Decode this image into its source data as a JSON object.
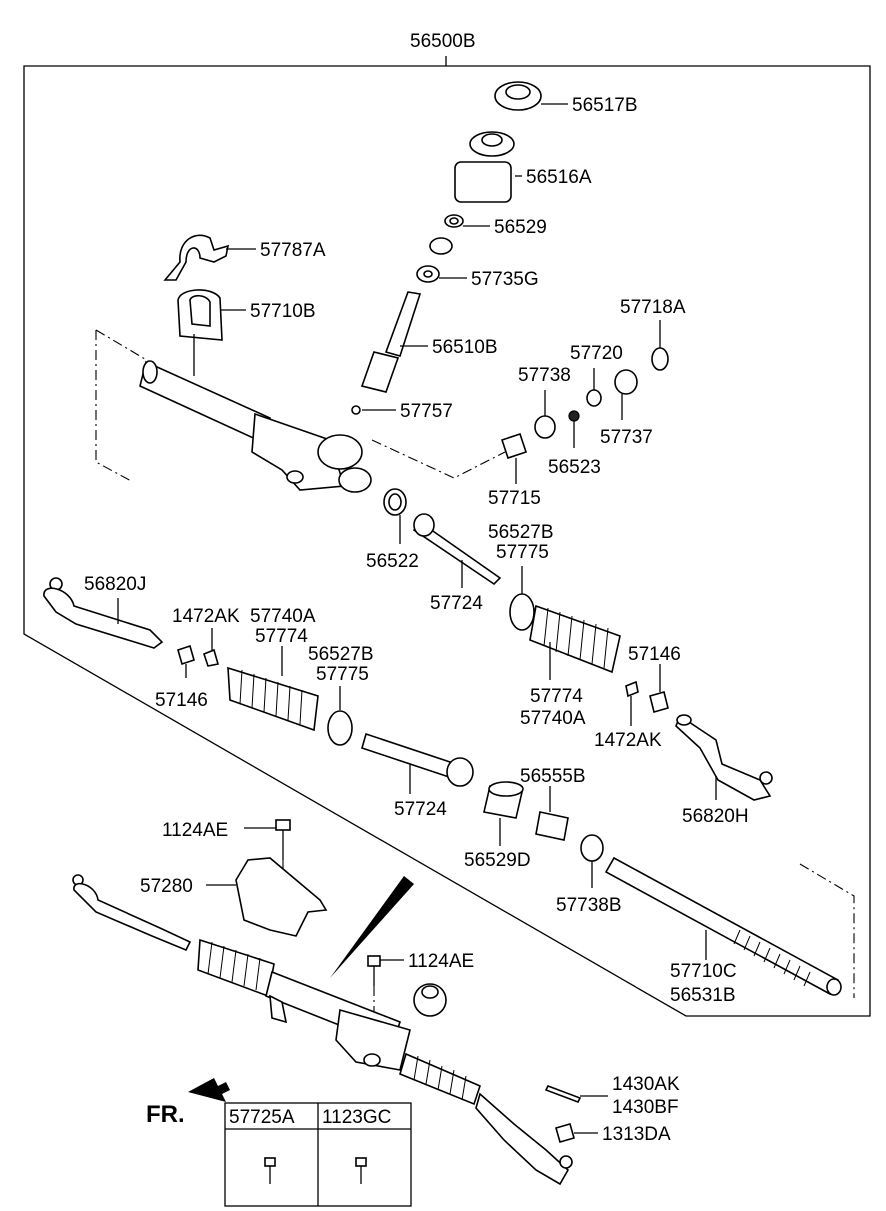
{
  "assembly_label": "56500B",
  "parts": {
    "p56517B": "56517B",
    "p56516A": "56516A",
    "p56529": "56529",
    "p57787A": "57787A",
    "p57735G": "57735G",
    "p57710B": "57710B",
    "p57718A": "57718A",
    "p56510B": "56510B",
    "p57720": "57720",
    "p57738": "57738",
    "p57757": "57757",
    "p57737": "57737",
    "p56523": "56523",
    "p57715": "57715",
    "p56527B_r": "56527B",
    "p57775_r": "57775",
    "p56522": "56522",
    "p57724_r": "57724",
    "p56820J": "56820J",
    "p1472AK_l": "1472AK",
    "p57740A_l": "57740A",
    "p57774_l": "57774",
    "p56527B_l": "56527B",
    "p57775_l": "57775",
    "p57146_l": "57146",
    "p57146_r": "57146",
    "p57774_r": "57774",
    "p57740A_r": "57740A",
    "p1472AK_r": "1472AK",
    "p57724_l": "57724",
    "p56555B": "56555B",
    "p56529D": "56529D",
    "p56820H": "56820H",
    "p1124AE_a": "1124AE",
    "p57738B": "57738B",
    "p57280": "57280",
    "p1124AE_b": "1124AE",
    "p57710C": "57710C",
    "p56531B": "56531B",
    "p1430AK": "1430AK",
    "p1430BF": "1430BF",
    "p1313DA": "1313DA"
  },
  "front_label": "FR.",
  "bolt_table": {
    "headers": [
      "57725A",
      "1123GC"
    ]
  }
}
